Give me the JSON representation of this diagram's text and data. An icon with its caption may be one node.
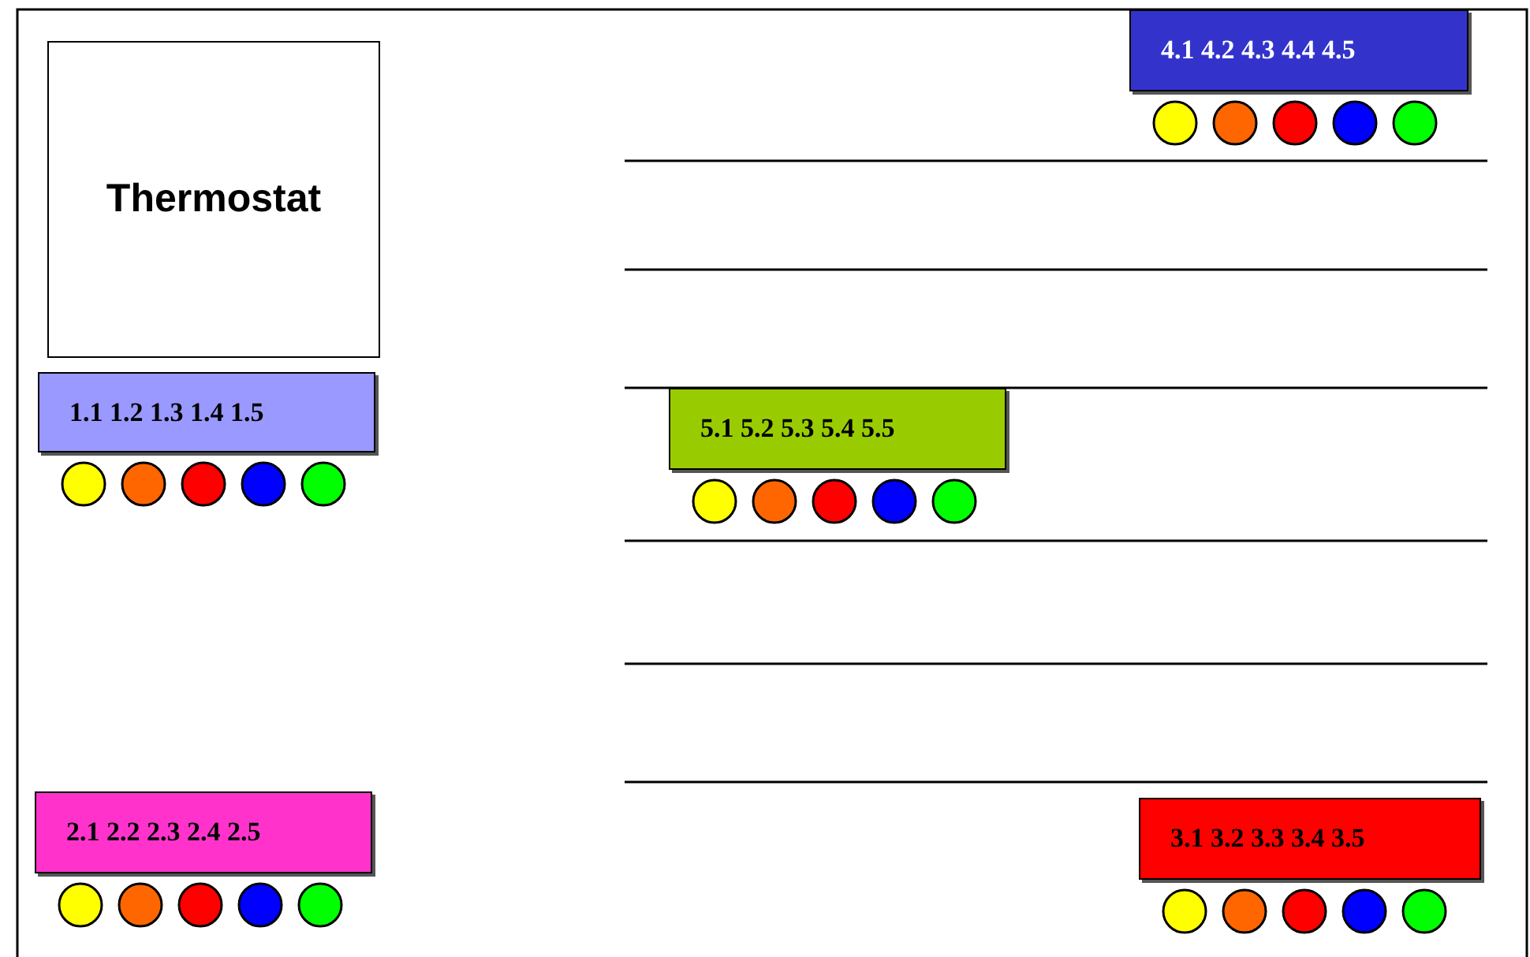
{
  "diagram": {
    "nodes": [
      {
        "text": [
          "4.1 4.2 4.3 4.4 4.5"
        ]
      },
      {
        "text": [
          "Thermostat"
        ]
      },
      {
        "text": [
          "1.1 1.2 1.3 1.4 1.5"
        ]
      },
      {
        "text": [
          "5.1 5.2 5.3 5.4 5.5"
        ]
      },
      {
        "text": [
          "2.1 2.2 2.3 2.4 2.5"
        ]
      },
      {
        "text": [
          "3.1 3.2 3.3 3.4 3.5"
        ]
      }
    ],
    "edges": []
  }
}
